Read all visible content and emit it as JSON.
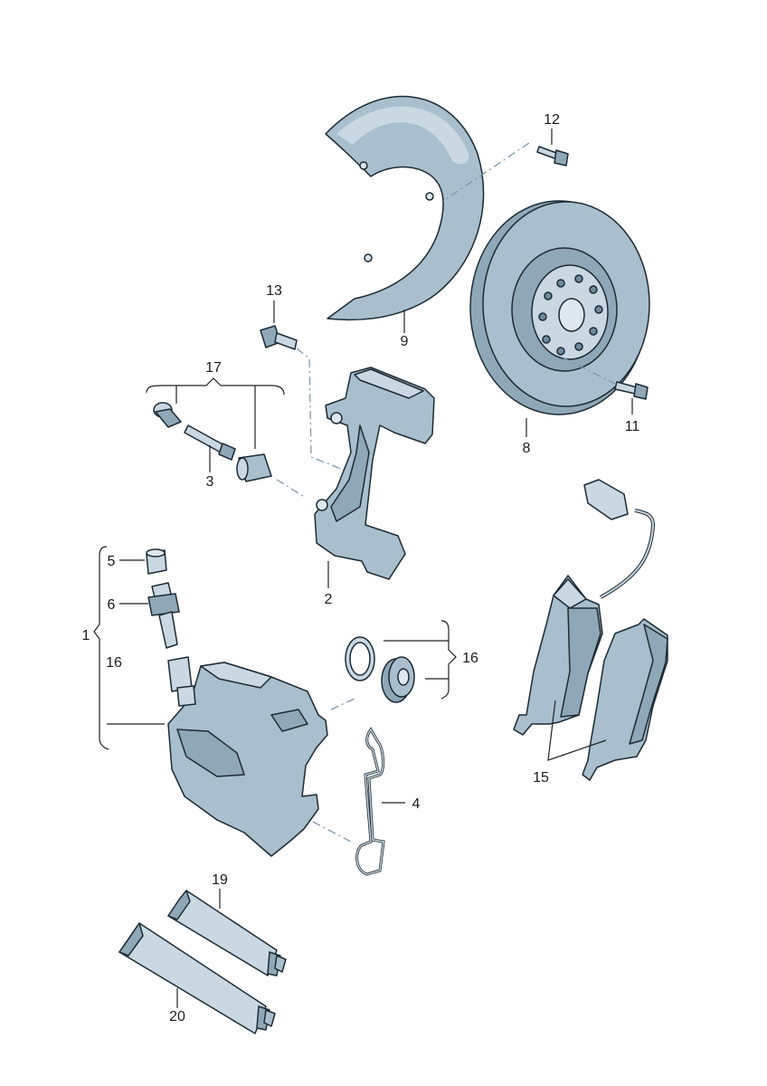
{
  "labels": {
    "l1": "1",
    "l2": "2",
    "l3": "3",
    "l4": "4",
    "l5": "5",
    "l6": "6",
    "l8": "8",
    "l9": "9",
    "l11": "11",
    "l12": "12",
    "l13": "13",
    "l15": "15",
    "l16a": "16",
    "l16b": "16",
    "l17": "17",
    "l19": "19",
    "l20": "20"
  },
  "colors": {
    "part_light": "#c9d8e2",
    "part_mid": "#a9bfcd",
    "part_dark": "#6f8a9b",
    "outline": "#1d2a33",
    "centerline": "#7f97a8"
  }
}
